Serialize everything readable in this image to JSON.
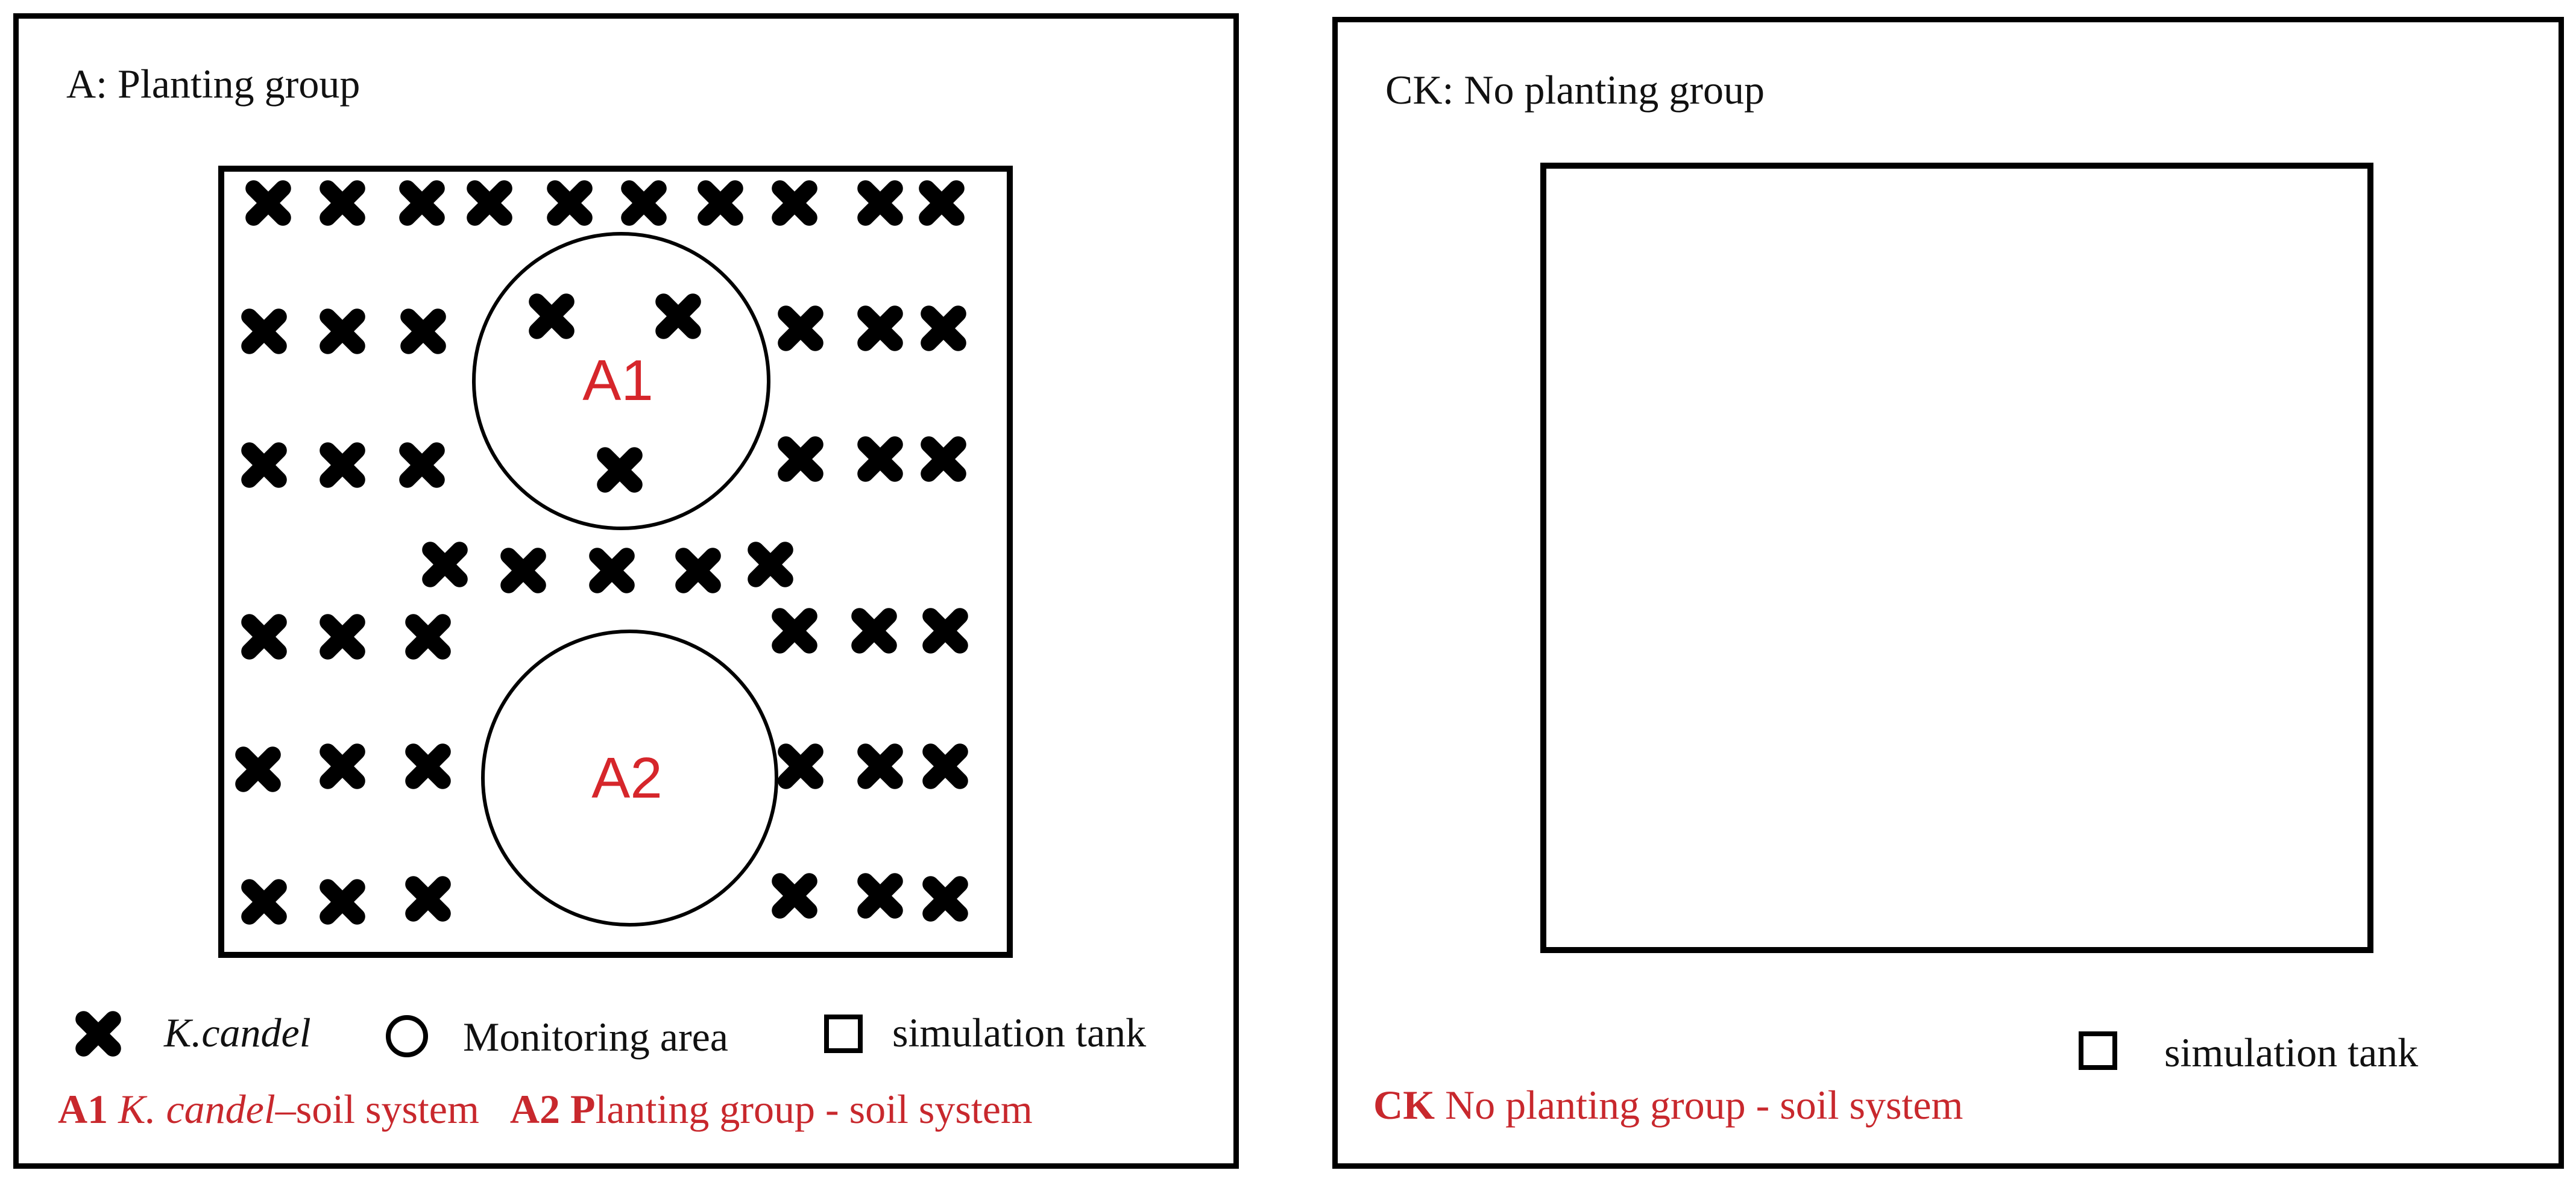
{
  "panel_a": {
    "title": "A: Planting group",
    "monitor_a1": "A1",
    "monitor_a2": "A2",
    "legend": {
      "plant": "K.candel",
      "monitoring": "Monitoring area",
      "tank": "simulation tank"
    },
    "caption": {
      "a1_code": "A1",
      "a1_species": "K. candel",
      "a1_rest": "–soil system",
      "a2_code": "A2",
      "a2_bold_letter": "P",
      "a2_rest": "lanting group - soil system"
    }
  },
  "panel_ck": {
    "title": "CK: No planting group",
    "legend_tank": "simulation tank",
    "caption_code": "CK",
    "caption_rest": "No planting group - soil system"
  },
  "colors": {
    "accent_red": "#c8282d",
    "line": "#000000"
  },
  "icons": {
    "plant": "cross-icon",
    "monitoring": "circle-icon",
    "tank": "square-icon"
  }
}
